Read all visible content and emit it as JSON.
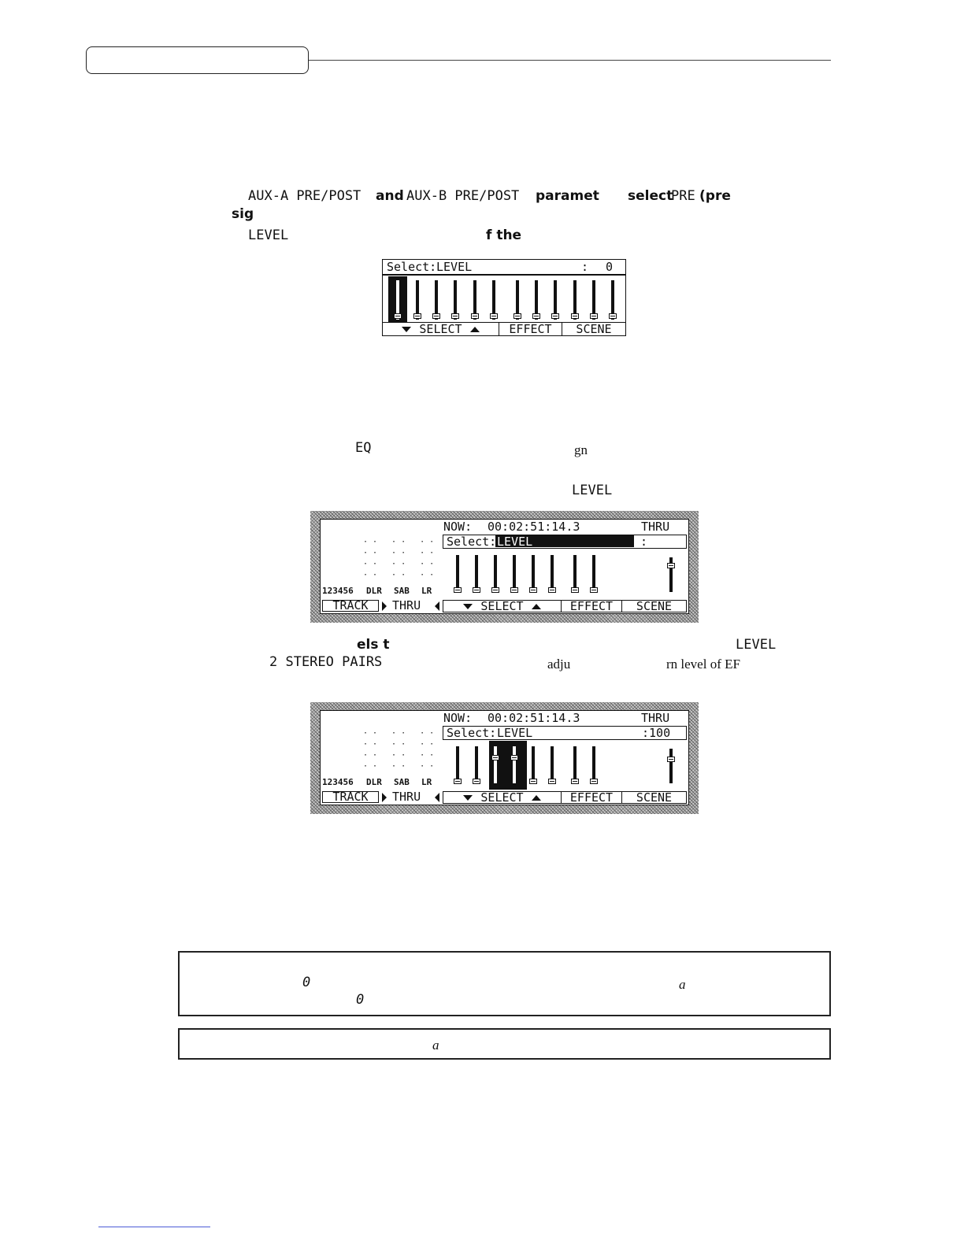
{
  "header": {
    "tab_label": ""
  },
  "text_lines": {
    "l1_a": "AUX-A PRE/POST",
    "l1_b": "and ",
    "l1_c": "AUX-B PRE/POST",
    "l1_d": "paramet",
    "l1_e": "select ",
    "l1_f": "PRE",
    "l1_g": " (pre",
    "l2_a": "sig",
    "l3_a": "LEVEL",
    "l3_b": "f the",
    "l4_a": "EQ",
    "l4_b": "gn",
    "l5_a": "LEVEL",
    "l6_a": "els t",
    "l6_b": "LEVEL",
    "l7_a": "2 STEREO PAIRS",
    "l7_b": "adju",
    "l7_c": "rn level of EF"
  },
  "screen1": {
    "select_label": "Select:",
    "select_value": "LEVEL",
    "colon": ":",
    "level_value": "0",
    "softkey_select": "SELECT",
    "softkey_effect": "EFFECT",
    "softkey_scene": "SCENE",
    "fader_count": 12,
    "selected_fader": 1
  },
  "screen2": {
    "now_label": "NOW:",
    "time": "00:02:51:14.3",
    "mode": "THRU",
    "select_label": "Select:",
    "select_value": "LEVEL",
    "colon": ":",
    "level_value": "",
    "channel_numbers": "123456",
    "group_dlr": "DLR",
    "group_sab": "SAB",
    "group_lr": "LR",
    "track_key": "TRACK",
    "thru_label": "THRU",
    "softkey_select": "SELECT",
    "softkey_effect": "EFFECT",
    "softkey_scene": "SCENE"
  },
  "screen3": {
    "now_label": "NOW:",
    "time": "00:02:51:14.3",
    "mode": "THRU",
    "select_label": "Select:",
    "select_value": "LEVEL",
    "level_value": ":100",
    "channel_numbers": "123456",
    "group_dlr": "DLR",
    "group_sab": "SAB",
    "group_lr": "LR",
    "track_key": "TRACK",
    "thru_label": "THRU",
    "softkey_select": "SELECT",
    "softkey_effect": "EFFECT",
    "softkey_scene": "SCENE"
  },
  "notes": {
    "note1_zero_a": "0",
    "note1_a": "a",
    "note1_zero_b": "0",
    "note2_a": "a"
  }
}
